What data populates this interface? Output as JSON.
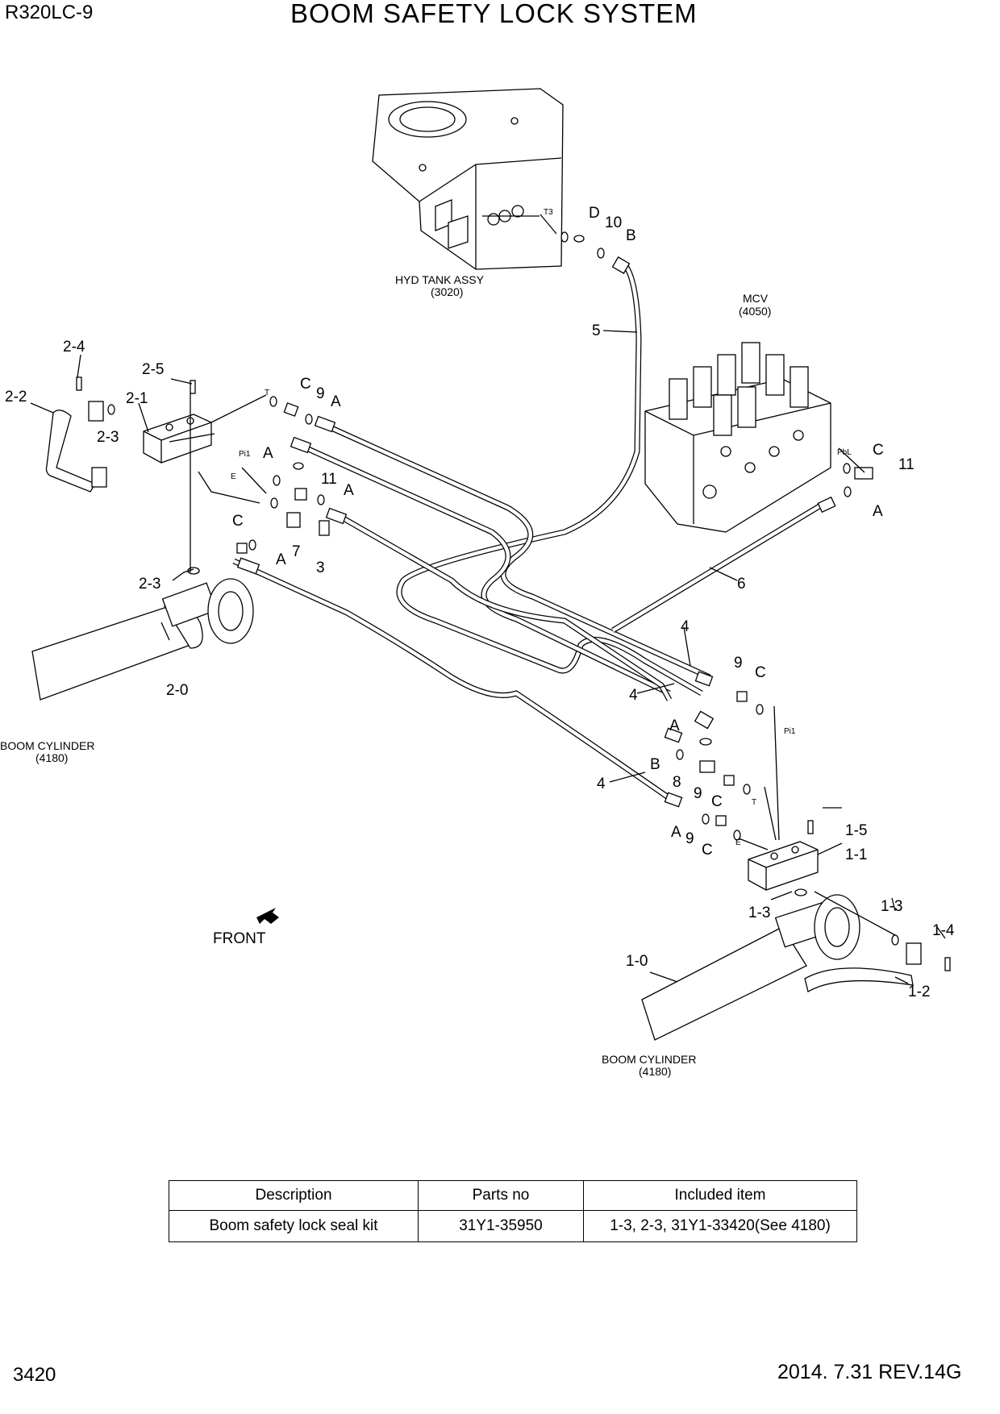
{
  "header": {
    "model": "R320LC-9",
    "title": "BOOM SAFETY LOCK SYSTEM"
  },
  "footer": {
    "page": "3420",
    "revision": "2014. 7.31  REV.14G"
  },
  "diagram": {
    "assemblies": {
      "hyd_tank": {
        "name": "HYD TANK ASSY",
        "code": "(3020)"
      },
      "mcv": {
        "name": "MCV",
        "code": "(4050)"
      },
      "boom_cyl_left": {
        "name": "BOOM CYLINDER",
        "code": "(4180)"
      },
      "boom_cyl_right": {
        "name": "BOOM CYLINDER",
        "code": "(4180)"
      }
    },
    "front_label": "FRONT",
    "callouts": {
      "c_2_4": "2-4",
      "c_2_5": "2-5",
      "c_2_2": "2-2",
      "c_2_1": "2-1",
      "c_2_3a": "2-3",
      "c_2_3b": "2-3",
      "c_2_0": "2-0",
      "c_5": "5",
      "c_6": "6",
      "c_4a": "4",
      "c_4b": "4",
      "c_4c": "4",
      "c_d": "D",
      "c_10": "10",
      "c_b1": "B",
      "c_b2": "B",
      "c_c1": "C",
      "c_c2": "C",
      "c_c3": "C",
      "c_c4": "C",
      "c_c5": "C",
      "c_c6": "C",
      "c_9a": "9",
      "c_9b": "9",
      "c_9c": "9",
      "c_9d": "9",
      "c_a1": "A",
      "c_a2": "A",
      "c_a3": "A",
      "c_a4": "A",
      "c_a5": "A",
      "c_a6": "A",
      "c_a7": "A",
      "c_11a": "11",
      "c_11b": "11",
      "c_7": "7",
      "c_3": "3",
      "c_8": "8",
      "c_1_5": "1-5",
      "c_1_1": "1-1",
      "c_1_3a": "1-3",
      "c_1_3b": "1-3",
      "c_1_4": "1-4",
      "c_1_2": "1-2",
      "c_1_0": "1-0"
    },
    "ports": {
      "t3": "T3",
      "t1": "T",
      "t2": "T",
      "pi1a": "Pi1",
      "pi1b": "Pi1",
      "e1": "E",
      "e2": "E",
      "pbl": "PbL"
    }
  },
  "kit_table": {
    "headers": [
      "Description",
      "Parts no",
      "Included item"
    ],
    "rows": [
      [
        "Boom safety lock seal kit",
        "31Y1-35950",
        "1-3, 2-3, 31Y1-33420(See 4180)"
      ]
    ]
  }
}
